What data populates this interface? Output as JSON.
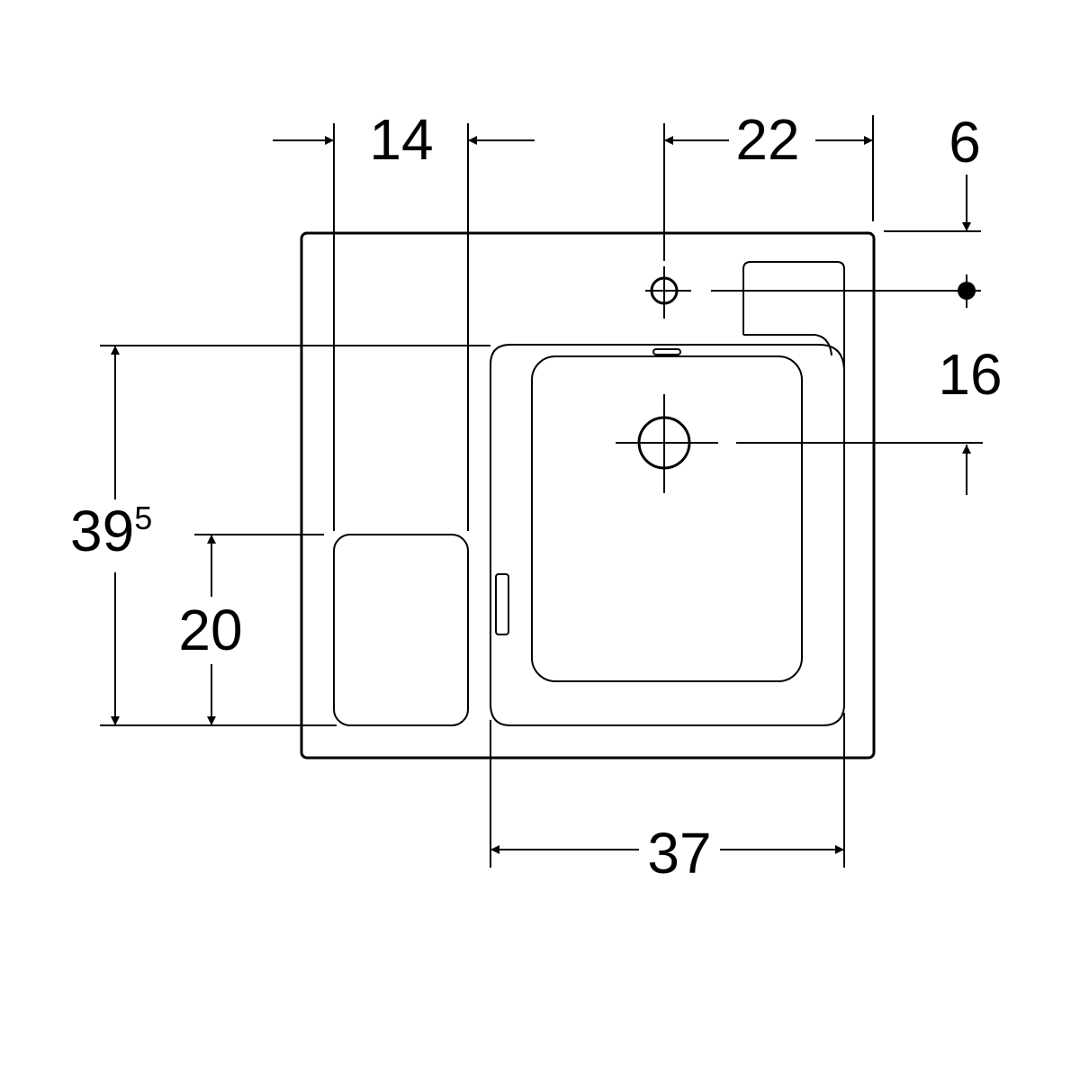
{
  "dimensions": {
    "top_left_width": "14",
    "top_right_offset": "22",
    "right_top_offset": "6",
    "right_vertical_offset": "16",
    "left_total_height_main": "39",
    "left_total_height_sup": "5",
    "left_tray_height": "20",
    "bottom_basin_width": "37"
  },
  "colors": {
    "line": "#000000",
    "background": "#ffffff"
  }
}
